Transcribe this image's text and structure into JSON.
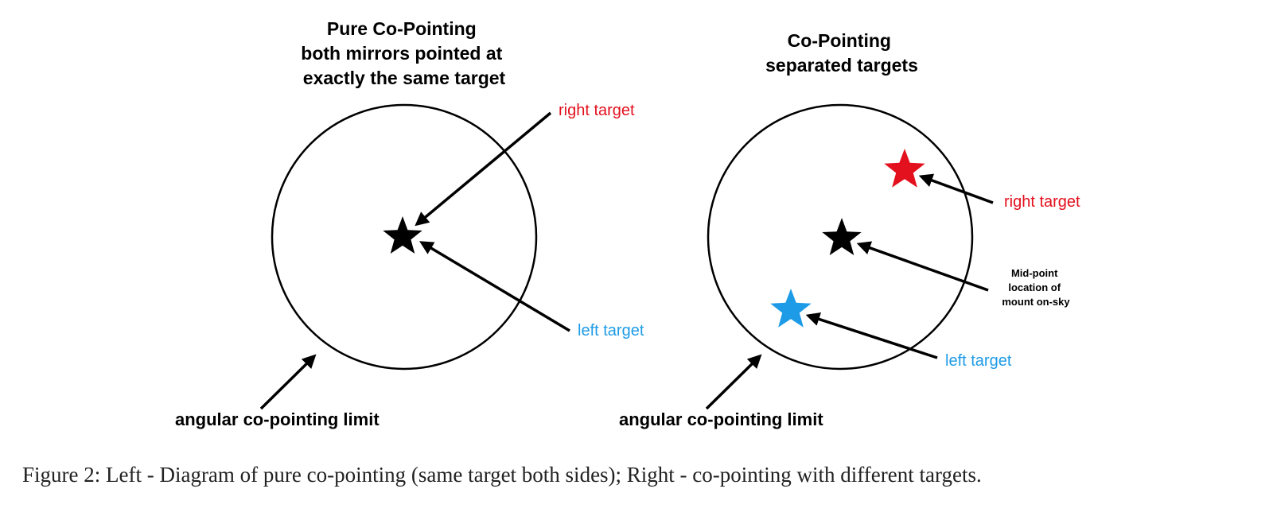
{
  "left_panel": {
    "title_lines": [
      "Pure Co-Pointing",
      "both mirrors pointed at",
      "exactly the same target"
    ],
    "right_target_label": "right target",
    "left_target_label": "left target",
    "limit_label": "angular co-pointing limit"
  },
  "right_panel": {
    "title_lines": [
      "Co-Pointing",
      "separated targets"
    ],
    "right_target_label": "right target",
    "left_target_label": "left target",
    "midpoint_lines": [
      "Mid-point",
      "location of",
      "mount on-sky"
    ],
    "limit_label": "angular co-pointing limit"
  },
  "caption": "Figure 2: Left - Diagram of pure co-pointing (same target both sides); Right - co-pointing with different targets.",
  "colors": {
    "right_target": "#e3101e",
    "left_target": "#1e9be6",
    "midpoint": "#000000"
  }
}
